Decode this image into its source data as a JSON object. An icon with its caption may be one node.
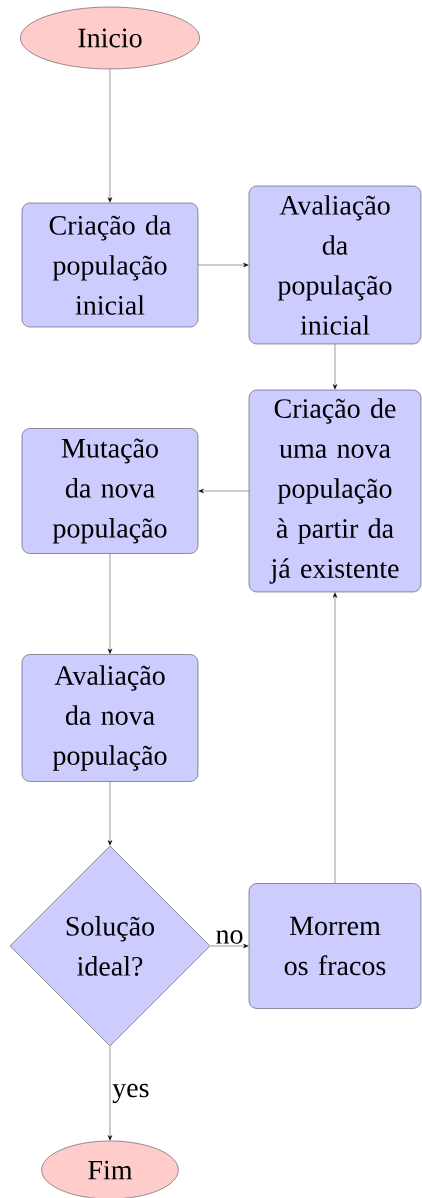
{
  "diagram": {
    "nodes": [
      {
        "text": [
          "Inicio"
        ]
      },
      {
        "text": [
          "Criação da população inicial"
        ]
      },
      {
        "text": [
          "Avaliação da população inicial"
        ]
      },
      {
        "text": [
          "Criação de uma nova população à partir da já existente"
        ]
      },
      {
        "text": [
          "Mutação da nova população"
        ]
      },
      {
        "text": [
          "Avaliação da nova população"
        ]
      },
      {
        "text": [
          "Solução ideal?"
        ]
      },
      {
        "text": [
          "Morrem os fracos"
        ]
      },
      {
        "text": [
          "Fim"
        ]
      }
    ],
    "edges": [
      {
        "from": 0,
        "to": 1,
        "arrow": "to"
      },
      {
        "from": 1,
        "to": 2,
        "arrow": "to"
      },
      {
        "from": 2,
        "to": 3,
        "arrow": "to"
      },
      {
        "from": 3,
        "to": 4,
        "arrow": "to"
      },
      {
        "from": 4,
        "to": 5,
        "arrow": "to"
      },
      {
        "from": 5,
        "to": 6,
        "arrow": "to"
      },
      {
        "from": 6,
        "to": 7,
        "arrow": "to",
        "label": "no"
      },
      {
        "from": 7,
        "to": 3,
        "arrow": "to"
      },
      {
        "from": 6,
        "to": 8,
        "arrow": "to",
        "label": "yes"
      }
    ]
  }
}
